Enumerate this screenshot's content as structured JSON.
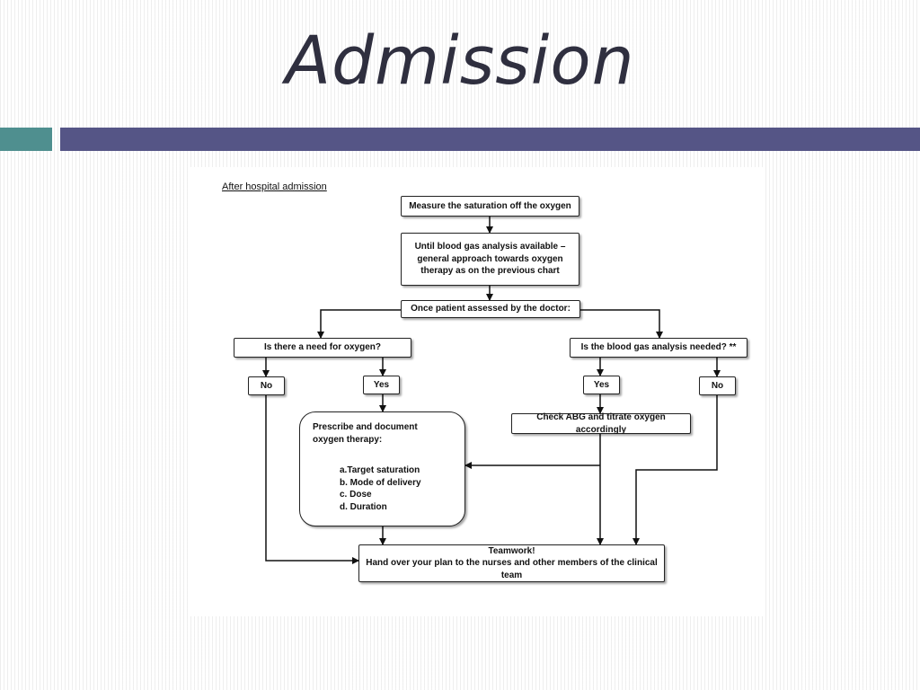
{
  "slide": {
    "title": "Admission",
    "colors": {
      "teal_bar": "#4f8f8f",
      "purple_bar": "#555586",
      "title_text": "#2f2f3f"
    }
  },
  "flowchart": {
    "heading": "After hospital admission",
    "nodes": {
      "measure": "Measure the saturation off the oxygen",
      "until_abg": "Until blood gas analysis available – general approach towards oxygen therapy as on the previous chart",
      "assessed": "Once patient assessed by the doctor:",
      "need_oxygen": "Is there a need for oxygen?",
      "abg_needed": "Is the blood gas analysis needed? **",
      "no_left": "No",
      "yes_left": "Yes",
      "yes_right": "Yes",
      "no_right": "No",
      "check_abg": "Check ABG and titrate oxygen accordingly",
      "prescribe": {
        "title": "Prescribe and document oxygen therapy:",
        "items": [
          "a.Target saturation",
          "b. Mode of delivery",
          "c. Dose",
          "d. Duration"
        ]
      },
      "teamwork": {
        "title": "Teamwork!",
        "text": "Hand over your plan to the nurses and other members of the clinical team"
      }
    }
  }
}
